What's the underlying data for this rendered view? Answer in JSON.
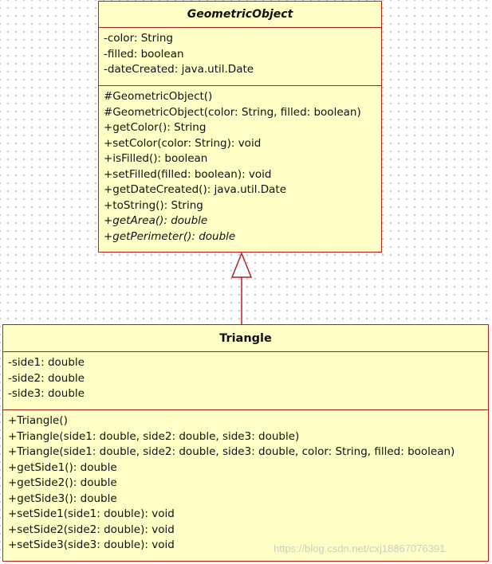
{
  "geometric_object": {
    "name": "GeometricObject",
    "attributes": [
      "-color: String",
      "-filled: boolean",
      "-dateCreated: java.util.Date"
    ],
    "methods": [
      "#GeometricObject()",
      "#GeometricObject(color: String, filled: boolean)",
      "+getColor(): String",
      "+setColor(color: String): void",
      "+isFilled(): boolean",
      "+setFilled(filled: boolean): void",
      "+getDateCreated(): java.util.Date",
      "+toString(): String",
      "+getArea(): double",
      "+getPerimeter(): double"
    ]
  },
  "triangle": {
    "name": "Triangle",
    "attributes": [
      "-side1: double",
      "-side2: double",
      "-side3: double"
    ],
    "methods": [
      "+Triangle()",
      "+Triangle(side1: double, side2: double, side3: double)",
      "+Triangle(side1: double, side2: double, side3: double, color: String, filled: boolean)",
      "+getSide1(): double",
      "+getSide2(): double",
      "+getSide3(): double",
      "+setSide1(side1: double): void",
      "+setSide2(side2: double): void",
      "+setSide3(side3: double): void"
    ]
  },
  "watermark": "https://blog.csdn.net/cxj18867076391",
  "colors": {
    "class_fill": "#ffffc6",
    "class_border": "#b22222"
  }
}
